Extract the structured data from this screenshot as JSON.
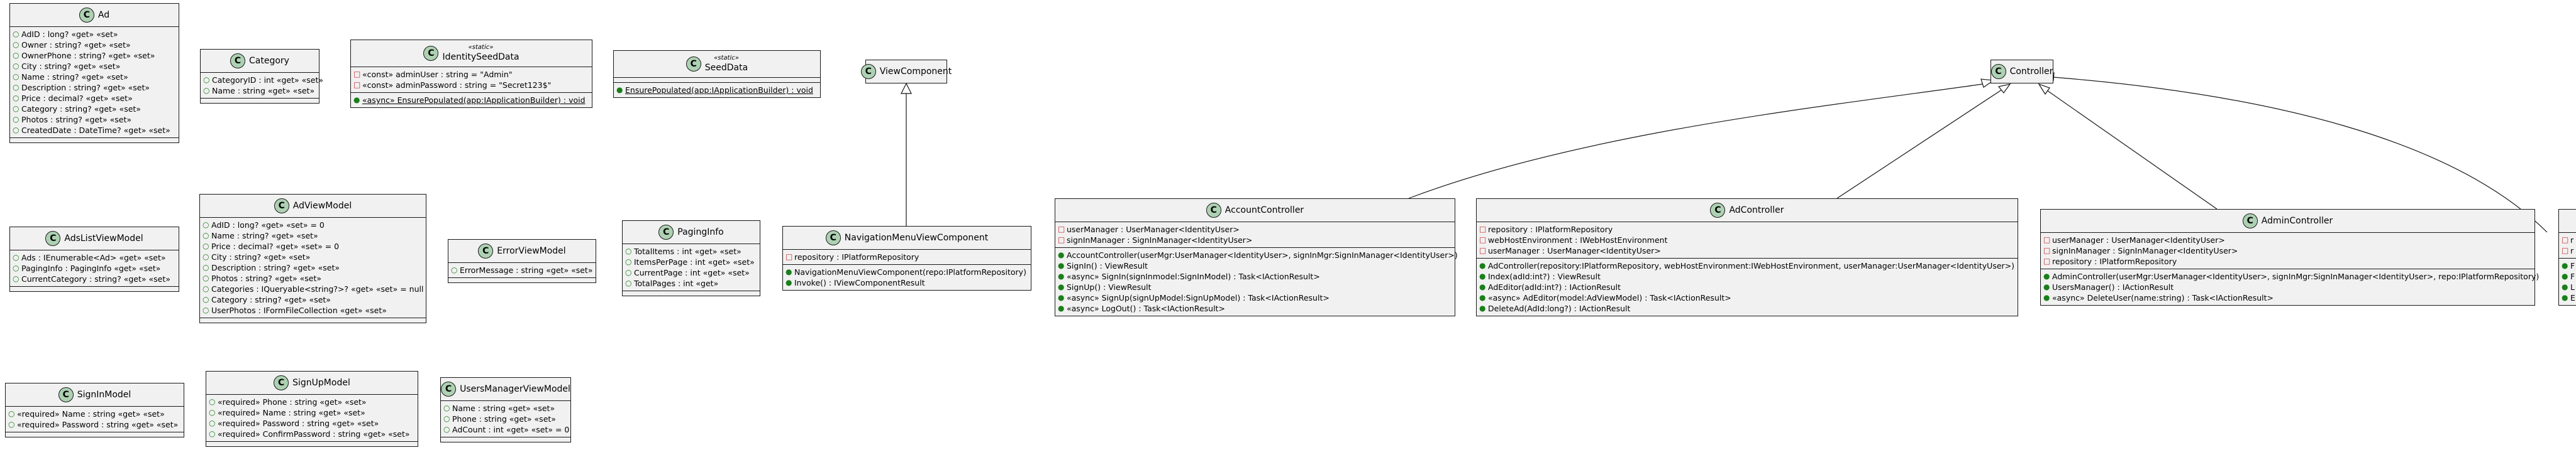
{
  "classes": {
    "ad": {
      "name": "Ad",
      "icon": "C",
      "fields": [
        "AdID : long? «get» «set»",
        "Owner : string? «get» «set»",
        "OwnerPhone : string? «get» «set»",
        "City : string? «get» «set»",
        "Name : string? «get» «set»",
        "Description : string? «get» «set»",
        "Price : decimal? «get» «set»",
        "Category : string? «get» «set»",
        "Photos : string? «get» «set»",
        "CreatedDate : DateTime? «get» «set»"
      ]
    },
    "category": {
      "name": "Category",
      "icon": "C",
      "fields": [
        "CategoryID : int «get» «set»",
        "Name : string «get» «set»"
      ]
    },
    "identity_seed_data": {
      "name": "IdentitySeedData",
      "stereotype": "«static»",
      "icon": "C",
      "fields": [
        "«const» adminUser : string = \"Admin\"",
        "«const» adminPassword : string = \"Secret123$\""
      ],
      "methods": [
        "«async» EnsurePopulated(app:IApplicationBuilder) : void"
      ]
    },
    "seed_data": {
      "name": "SeedData",
      "stereotype": "«static»",
      "icon": "C",
      "methods": [
        "EnsurePopulated(app:IApplicationBuilder) : void"
      ]
    },
    "view_component": {
      "name": "ViewComponent",
      "icon": "C"
    },
    "controller": {
      "name": "Controller",
      "icon": "C"
    },
    "ads_list_view_model": {
      "name": "AdsListViewModel",
      "icon": "C",
      "fields": [
        "Ads : IEnumerable<Ad> «get» «set»",
        "PagingInfo : PagingInfo «get» «set»",
        "CurrentCategory : string? «get» «set»"
      ]
    },
    "ad_view_model": {
      "name": "AdViewModel",
      "icon": "C",
      "fields": [
        "AdID : long? «get» «set» = 0",
        "Name : string? «get» «set»",
        "Price : decimal? «get» «set» = 0",
        "City : string? «get» «set»",
        "Description : string? «get» «set»",
        "Photos : string? «get» «set»",
        "Categories : IQueryable<string?>? «get» «set» = null",
        "Category : string? «get» «set»",
        "UserPhotos : IFormFileCollection «get» «set»"
      ]
    },
    "error_view_model": {
      "name": "ErrorViewModel",
      "icon": "C",
      "fields": [
        "ErrorMessage : string «get» «set»"
      ]
    },
    "paging_info": {
      "name": "PagingInfo",
      "icon": "C",
      "fields": [
        "TotalItems : int «get» «set»",
        "ItemsPerPage : int «get» «set»",
        "CurrentPage : int «get» «set»",
        "TotalPages : int «get»"
      ]
    },
    "navigation_menu_view_component": {
      "name": "NavigationMenuViewComponent",
      "icon": "C",
      "fields": [
        "repository : IPlatformRepository"
      ],
      "methods": [
        "NavigationMenuViewComponent(repo:IPlatformRepository)",
        "Invoke() : IViewComponentResult"
      ]
    },
    "account_controller": {
      "name": "AccountController",
      "icon": "C",
      "fields": [
        "userManager : UserManager<IdentityUser>",
        "signInManager : SignInManager<IdentityUser>"
      ],
      "methods": [
        "AccountController(userMgr:UserManager<IdentityUser>, signInMgr:SignInManager<IdentityUser>)",
        "SignIn() : ViewResult",
        "«async» SignIn(signInmodel:SignInModel) : Task<IActionResult>",
        "SignUp() : ViewResult",
        "«async» SignUp(signUpModel:SignUpModel) : Task<IActionResult>",
        "«async» LogOut() : Task<IActionResult>"
      ]
    },
    "ad_controller": {
      "name": "AdController",
      "icon": "C",
      "fields": [
        "repository : IPlatformRepository",
        "webHostEnvironment : IWebHostEnvironment",
        "userManager : UserManager<IdentityUser>"
      ],
      "methods": [
        "AdController(repository:IPlatformRepository, webHostEnvironment:IWebHostEnvironment, userManager:UserManager<IdentityUser>)",
        "Index(adId:int?) : ViewResult",
        "AdEditor(adId:int?) : IActionResult",
        "«async» AdEditor(model:AdViewModel) : Task<IActionResult>",
        "DeleteAd(AdId:long?) : IActionResult"
      ]
    },
    "admin_controller": {
      "name": "AdminController",
      "icon": "C",
      "fields": [
        "userManager : UserManager<IdentityUser>",
        "signInManager : SignInManager<IdentityUser>",
        "repository : IPlatformRepository"
      ],
      "methods": [
        "AdminController(userMgr:UserManager<IdentityUser>, signInMgr:SignInManager<IdentityUser>, repo:IPlatformRepository)",
        "UsersManager() : IActionResult",
        "«async» DeleteUser(name:string) : Task<IActionResult>"
      ]
    },
    "sign_in_model": {
      "name": "SignInModel",
      "icon": "C",
      "fields": [
        "«required» Name : string «get» «set»",
        "«required» Password : string «get» «set»"
      ]
    },
    "sign_up_model": {
      "name": "SignUpModel",
      "icon": "C",
      "fields": [
        "«required» Phone : string «get» «set»",
        "«required» Name : string «get» «set»",
        "«required» Password : string «get» «set»",
        "«required» ConfirmPassword : string «get» «set»"
      ]
    },
    "users_manager_view_model": {
      "name": "UsersManagerViewModel",
      "icon": "C",
      "fields": [
        "Name : string «get» «set»",
        "Phone : string «get» «set»",
        "AdCount : int «get» «set» = 0"
      ]
    },
    "partial_right": {
      "field_marks": [
        "r",
        "r"
      ],
      "method_marks": [
        "F",
        "F",
        "L",
        "E"
      ]
    }
  },
  "colors": {
    "class_fill": "#f1f1f1",
    "border": "#181818",
    "class_icon": "#add1b2",
    "public_marker": "#1a7f1a",
    "private_marker": "#c82828"
  }
}
